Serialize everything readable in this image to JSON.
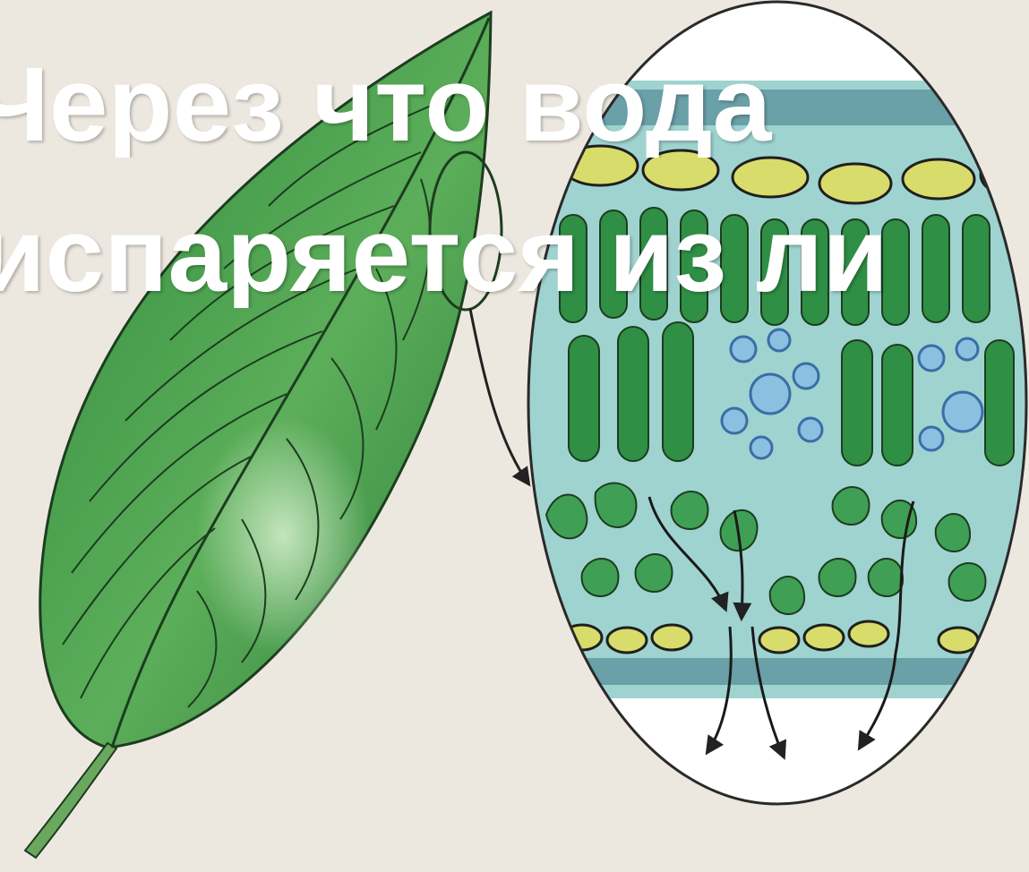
{
  "title": {
    "line1": "Через что вода",
    "line2": "испаряется из ли"
  },
  "colors": {
    "background": "#ece8e0",
    "leaf_dark": "#2e8a3c",
    "leaf_light": "#7cc47a",
    "vein": "#1d3d1f",
    "tissue_bg": "#9fd3cf",
    "palisade_cell": "#2f8f45",
    "epidermis_cell": "#d8dc6a",
    "air_space_cell": "#6fa6c9",
    "outline": "#2a2a2a",
    "title_text": "#ffffff"
  },
  "icons": [
    "leaf-illustration",
    "magnifier-circle-icon",
    "pointer-arrow-icon",
    "water-flow-arrow-icon"
  ]
}
